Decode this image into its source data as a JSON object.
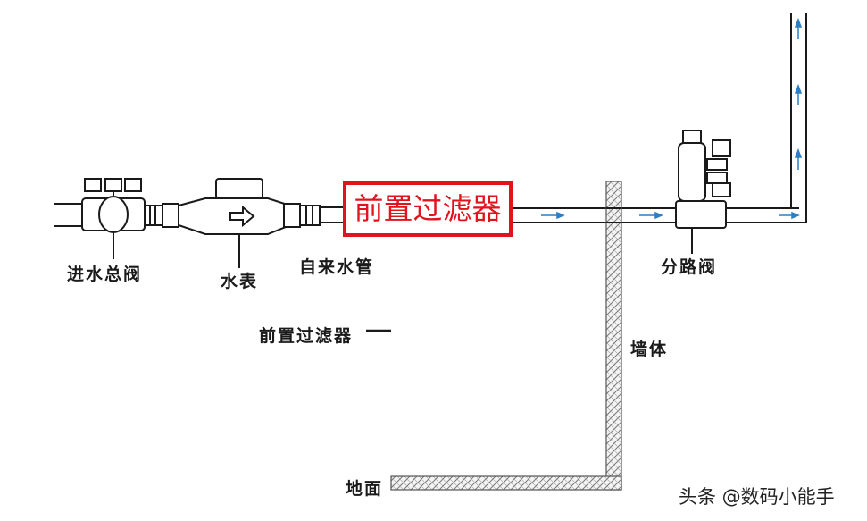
{
  "labels": {
    "main_valve": "进水总阀",
    "water_meter": "水表",
    "tap_water_pipe": "自来水管",
    "pre_filter": "前置过滤器",
    "branch_valve": "分路阀",
    "wall": "墙体",
    "ground": "地面"
  },
  "highlight": {
    "text": "前置过滤器",
    "color": "#e0141c"
  },
  "watermark": "头条 @数码小能手",
  "colors": {
    "line": "#1a1a1a",
    "flow_arrow": "#2b7fc4",
    "highlight": "#e0141c"
  },
  "icons": [
    "flow-arrow-icon",
    "meter-arrow-icon"
  ]
}
